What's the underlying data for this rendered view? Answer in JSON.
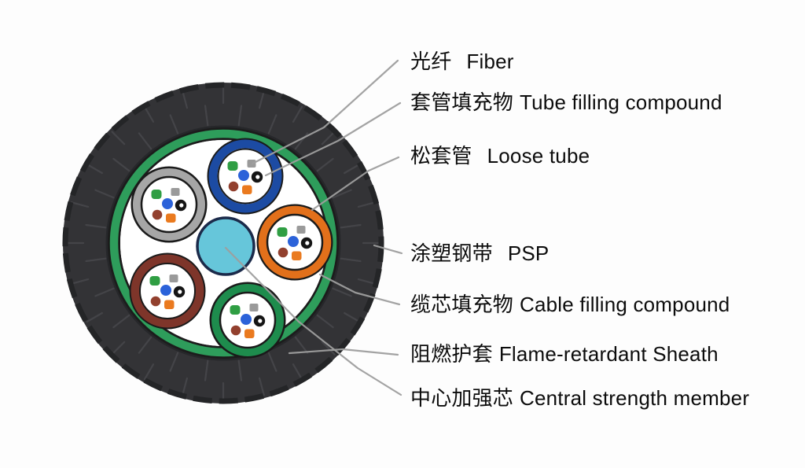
{
  "labels": [
    {
      "cn": "光纤",
      "en": "Fiber"
    },
    {
      "cn": "套管填充物",
      "en": "Tube filling compound"
    },
    {
      "cn": "松套管",
      "en": "Loose tube"
    },
    {
      "cn": "涂塑钢带",
      "en": "PSP"
    },
    {
      "cn": "缆芯填充物",
      "en": "Cable filling compound"
    },
    {
      "cn": "阻燃护套",
      "en": "Flame-retardant Sheath"
    },
    {
      "cn": "中心加强芯",
      "en": "Central strength member"
    }
  ],
  "colors": {
    "sheath": "#333336",
    "sheath_rim": "#242527",
    "core_wrap_green": "#2e9d5b",
    "tube_outline": "#1a1a1a",
    "tube_blue": "#1c4ba3",
    "tube_gray": "#a6a6a6",
    "tube_orange": "#e2701b",
    "tube_brown": "#7e352a",
    "tube_green": "#1e8c4d",
    "center_cyan": "#66c6da",
    "center_outline": "#1b2a4a",
    "fiber_green": "#2f9e43",
    "fiber_gray": "#9a9a9a",
    "fiber_blue": "#2b62d9",
    "fiber_black": "#151515",
    "fiber_brown": "#92402e",
    "fiber_orange": "#ea7a1f",
    "leader": "#9e9e9e",
    "text": "#0c0c0c"
  }
}
